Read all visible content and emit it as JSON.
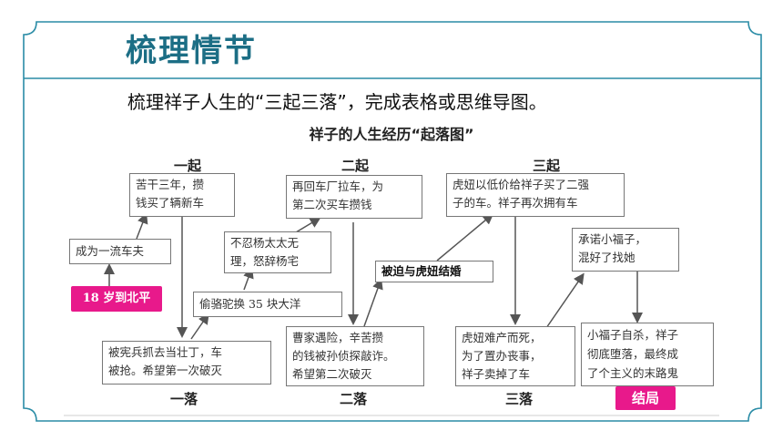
{
  "colors": {
    "frame": "#2a8ca6",
    "title": "#1c6e85",
    "accent_pink": "#e8198b"
  },
  "slide": {
    "title": "梳理情节",
    "instruction": "梳理祥子人生的“三起三落”，完成表格或思维导图。"
  },
  "diagram": {
    "title": "祥子的人生经历“起落图”",
    "stages": {
      "rise1": "一起",
      "rise2": "二起",
      "rise3": "三起",
      "fall1": "一落",
      "fall2": "二落",
      "fall3": "三落",
      "ending": "结局"
    },
    "nodes": {
      "start": "18 岁到北平",
      "goal": "成为一流车夫",
      "rise1": [
        "苦干三年，攒",
        "钱买了辆新车"
      ],
      "fall1": [
        "被宪兵抓去当壮丁，车",
        "被抢。希望第一次破灭"
      ],
      "camel": "偷骆驼换 35 块大洋",
      "sympathy": [
        "不忍杨太太无",
        "理，怒辞杨宅"
      ],
      "rise2": [
        "再回车厂拉车，为",
        "第二次买车攒钱"
      ],
      "fall2": [
        "曹家遇险，辛苦攒",
        "的钱被孙侦探敲诈。",
        "希望第二次破灭"
      ],
      "forced": "被迫与虎妞结婚",
      "rise3": [
        "虎妞以低价给祥子买了二强",
        "子的车。祥子再次拥有车"
      ],
      "fall3": [
        "虎妞难产而死，",
        "为了置办丧事，",
        "祥子卖掉了车"
      ],
      "promise": [
        "承诺小福子，",
        "混好了找她"
      ],
      "ending": [
        "小福子自杀，祥子",
        "彻底堕落，最终成",
        "了个主义的末路鬼"
      ]
    }
  }
}
